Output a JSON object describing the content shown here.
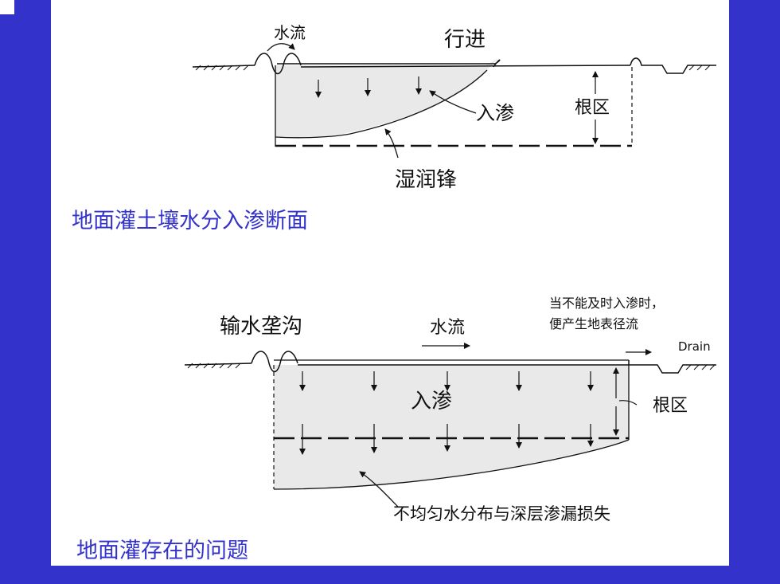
{
  "colors": {
    "background": "#3333cc",
    "caption": "#3333cc",
    "ink": "#111111",
    "shade": "#e9e9e9"
  },
  "diagram1": {
    "label_water_flow": "水流",
    "label_advance": "行进",
    "label_infiltration": "入渗",
    "label_root_zone": "根区",
    "label_wetting_front": "湿润锋",
    "caption": "地面灌土壤水分入渗断面"
  },
  "diagram2": {
    "label_supply_furrow": "输水垄沟",
    "label_water_flow": "水流",
    "label_runoff_line1": "当不能及时入渗时，",
    "label_runoff_line2": "便产生地表径流",
    "label_drain": "Drain",
    "label_infiltration": "入渗",
    "label_root_zone": "根区",
    "label_nonuniform": "不均匀水分布与深层渗漏损失",
    "caption": "地面灌存在的问题"
  }
}
